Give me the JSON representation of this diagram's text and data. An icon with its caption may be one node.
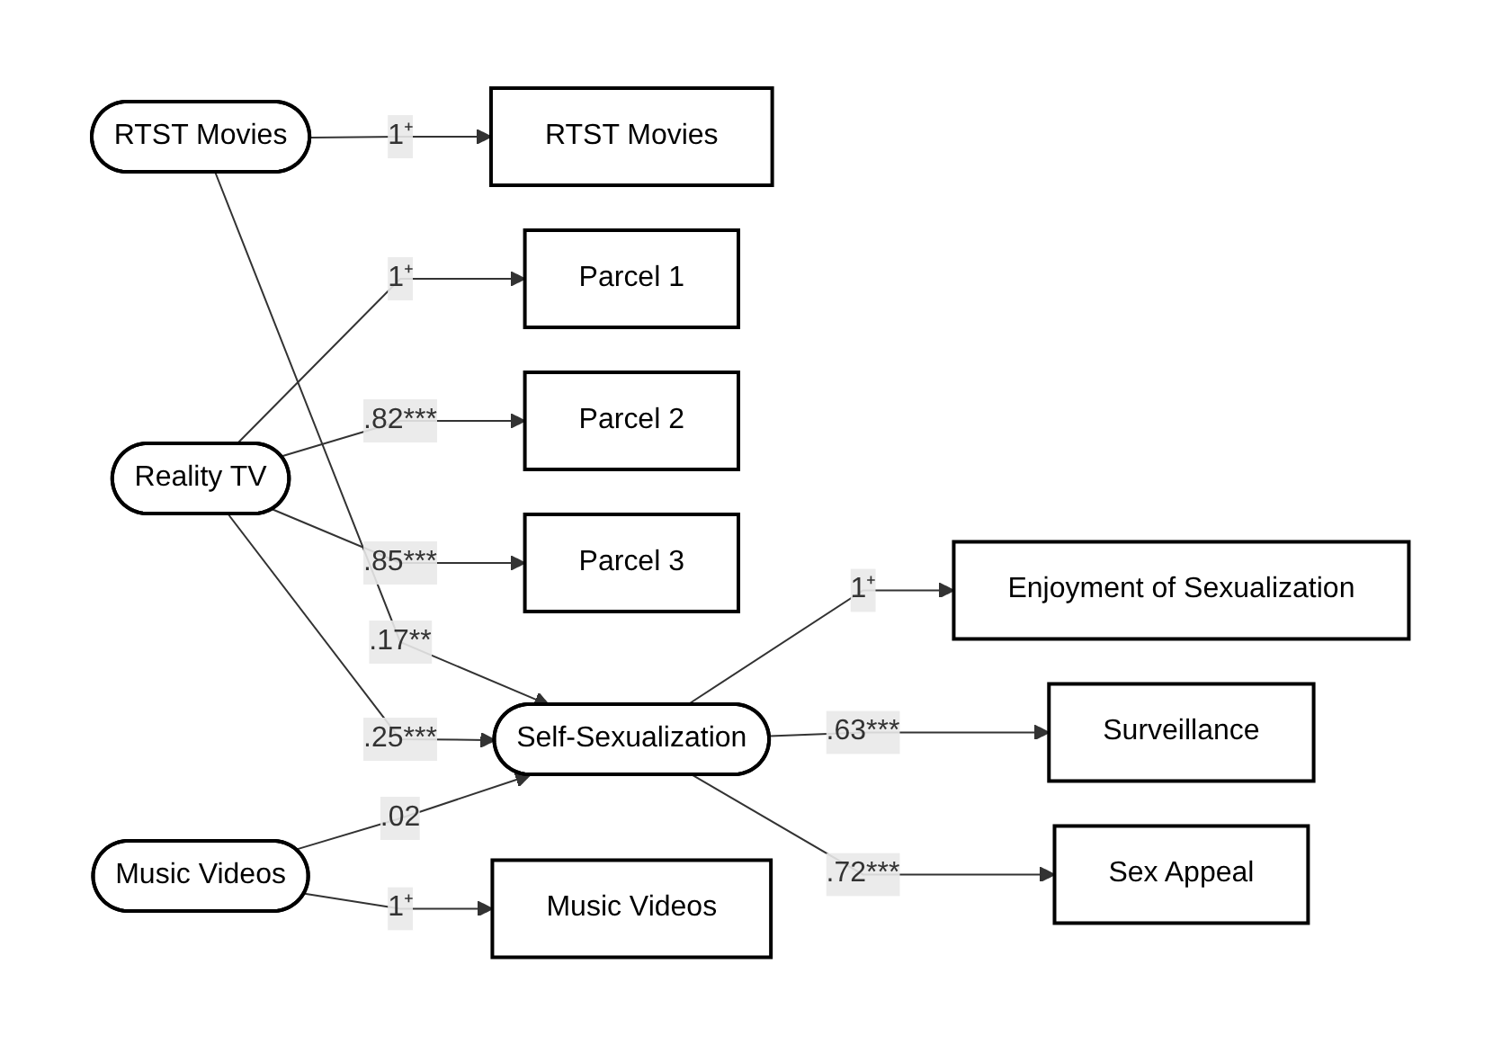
{
  "diagram": {
    "nodes": [
      {
        "text": [
          "RTST Movies"
        ]
      },
      {
        "text": [
          "RTST Movies"
        ]
      },
      {
        "text": [
          "Parcel 1"
        ]
      },
      {
        "text": [
          "Parcel 2"
        ]
      },
      {
        "text": [
          "Reality TV"
        ]
      },
      {
        "text": [
          "Parcel 3"
        ]
      },
      {
        "text": [
          "Self-Sexualization"
        ]
      },
      {
        "text": [
          "Enjoyment of Sexualization"
        ]
      },
      {
        "text": [
          "Surveillance"
        ]
      },
      {
        "text": [
          "Sex Appeal"
        ]
      },
      {
        "text": [
          "Music Videos"
        ]
      },
      {
        "text": [
          "Music Videos"
        ]
      }
    ],
    "edges": [
      {
        "from": 1,
        "to": 0,
        "arrow": "to",
        "label": "1⁺"
      },
      {
        "from": 4,
        "to": 2,
        "arrow": "to",
        "label": "1⁺"
      },
      {
        "from": 4,
        "to": 3,
        "arrow": "to",
        "label": ".82***"
      },
      {
        "from": 4,
        "to": 5,
        "arrow": "to",
        "label": ".85***"
      },
      {
        "from": 1,
        "to": 6,
        "arrow": "to",
        "label": ".17**"
      },
      {
        "from": 4,
        "to": 6,
        "arrow": "to",
        "label": ".25***"
      },
      {
        "from": 11,
        "to": 6,
        "arrow": "to",
        "label": ".02"
      },
      {
        "from": 11,
        "to": 10,
        "arrow": "to",
        "label": "1⁺"
      },
      {
        "from": 6,
        "to": 7,
        "arrow": "to",
        "label": "1⁺"
      },
      {
        "from": 6,
        "to": 8,
        "arrow": "to",
        "label": ".63***"
      },
      {
        "from": 6,
        "to": 9,
        "arrow": "to",
        "label": ".72***"
      }
    ]
  }
}
